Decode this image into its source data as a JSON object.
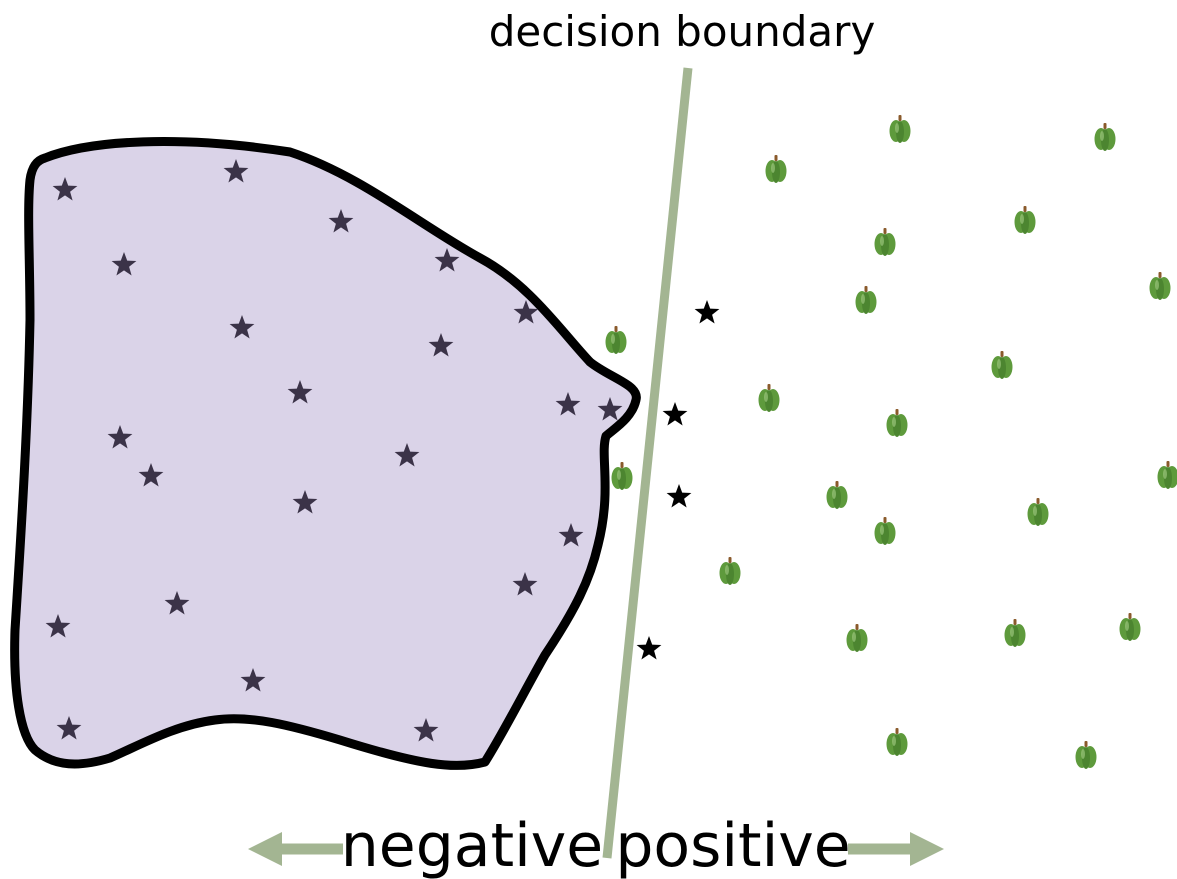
{
  "labels": {
    "boundary": "decision boundary",
    "negative": "negative",
    "positive": "positive"
  },
  "colors": {
    "region_fill": "#dad3e8",
    "region_stroke": "#000000",
    "boundary_line": "#a3b592",
    "arrow": "#a3b592",
    "star_inside": "#3b3348",
    "star_outside": "#000000",
    "pepper_body": "#5e9a3c",
    "pepper_stem": "#8a5a2b"
  },
  "icons": {
    "negative_sample": "star-icon",
    "positive_sample": "green-pepper-icon"
  }
}
